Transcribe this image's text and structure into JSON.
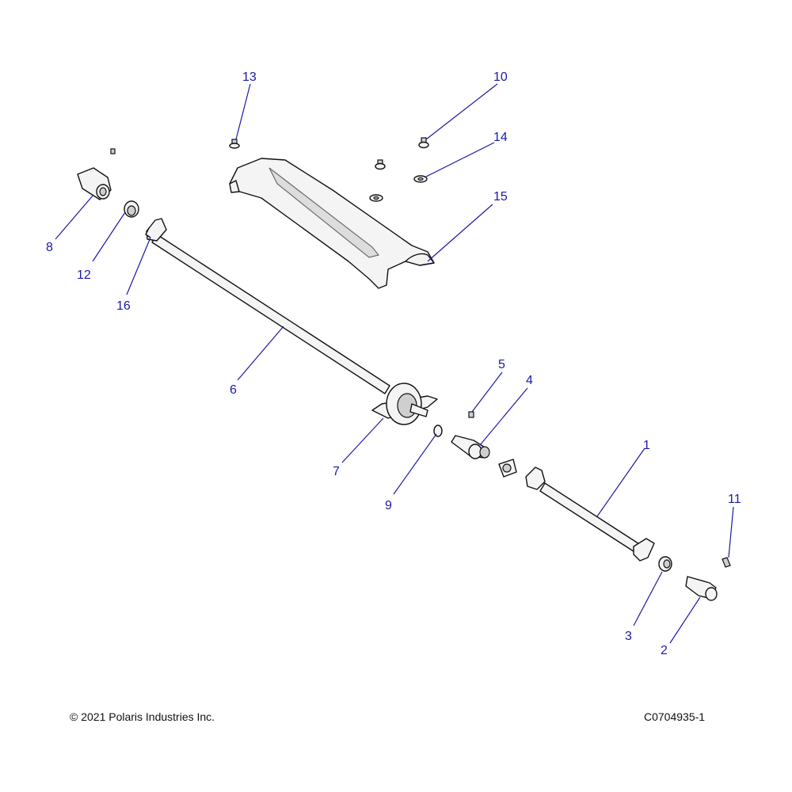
{
  "callouts": [
    {
      "id": "1",
      "label": "1"
    },
    {
      "id": "2",
      "label": "2"
    },
    {
      "id": "3",
      "label": "3"
    },
    {
      "id": "4",
      "label": "4"
    },
    {
      "id": "5",
      "label": "5"
    },
    {
      "id": "6",
      "label": "6"
    },
    {
      "id": "7",
      "label": "7"
    },
    {
      "id": "8",
      "label": "8"
    },
    {
      "id": "9",
      "label": "9"
    },
    {
      "id": "10",
      "label": "10"
    },
    {
      "id": "11",
      "label": "11"
    },
    {
      "id": "12",
      "label": "12"
    },
    {
      "id": "13",
      "label": "13"
    },
    {
      "id": "14",
      "label": "14"
    },
    {
      "id": "15",
      "label": "15"
    },
    {
      "id": "16",
      "label": "16"
    }
  ],
  "footer": {
    "copyright": "© 2021 Polaris Industries Inc.",
    "drawing_number": "C0704935-1"
  }
}
